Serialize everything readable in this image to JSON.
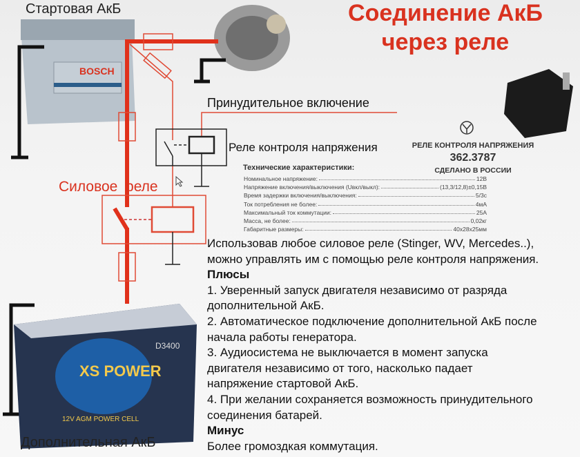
{
  "title": {
    "line1": "Соединение АкБ",
    "line2": "через реле"
  },
  "labels": {
    "starter_battery": "Стартовая АкБ",
    "extra_battery": "Дополнительная АкБ",
    "forced_on": "Принудительное включение",
    "control_relay": "Реле контроля напряжения",
    "power_relay": "Силовое  реле",
    "bosch": "BOSCH",
    "xs_power": "XS POWER",
    "d3400": "D3400",
    "agm": "12V AGM POWER CELL"
  },
  "relay_spec": {
    "heading": "РЕЛЕ КОНТРОЛЯ НАПРЯЖЕНИЯ",
    "model": "362.3787",
    "made_in": "СДЕЛАНО В РОССИИ",
    "table_title": "Технические характеристики:",
    "rows": [
      {
        "k": "Номинальное напряжение:",
        "v": "12В"
      },
      {
        "k": "Напряжение включения/выключения (Uвкл/выкл):",
        "v": "(13,3/12,8)±0,15В"
      },
      {
        "k": "Время задержки включения/выключения:",
        "v": "5/3с"
      },
      {
        "k": "Ток потребления не более:",
        "v": "4мА"
      },
      {
        "k": "Максимальный ток коммутации:",
        "v": "25А"
      },
      {
        "k": "Масса, не более:",
        "v": "0,02кг"
      },
      {
        "k": "Габаритные размеры:",
        "v": "40х28х25мм"
      }
    ]
  },
  "text": {
    "intro1": "Использовав любое силовое реле (Stinger, WV, Mercedes..),",
    "intro2": "можно управлять им с помощью реле контроля напряжения.",
    "pros_title": "Плюсы",
    "pros": [
      "1. Уверенный запуск двигателя независимо от разряда",
      "дополнительной АкБ.",
      "2. Автоматическое подключение дополнительной АкБ после",
      "начала работы генератора.",
      "3. Аудиосистема не выключается в момент запуска",
      "двигателя независимо от того, насколько падает",
      "напряжение стартовой АкБ.",
      "4. При желании сохраняется возможность принудительного",
      "соединения батарей."
    ],
    "cons_title": "Минус",
    "cons": [
      "Более громоздкая коммутация."
    ]
  },
  "colors": {
    "accent": "#d9321f",
    "wire_thin": "#e04a35",
    "ground": "#111111"
  }
}
